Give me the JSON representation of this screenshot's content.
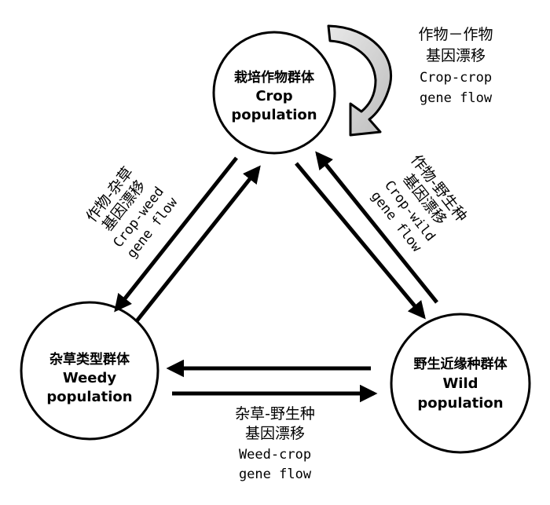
{
  "nodes": {
    "crop": {
      "cn": "栽培作物群体",
      "en1": "Crop",
      "en2": "population"
    },
    "weedy": {
      "cn": "杂草类型群体",
      "en1": "Weedy",
      "en2": "population"
    },
    "wild": {
      "cn": "野生近缘种群体",
      "en1": "Wild",
      "en2": "population"
    }
  },
  "flows": {
    "crop_crop": {
      "cn1": "作物－作物",
      "cn2": "基因漂移",
      "en1": "Crop-crop",
      "en2": "gene flow"
    },
    "crop_weed": {
      "cn1": "作物-杂草",
      "cn2": "基因漂移",
      "en1": "Crop-weed",
      "en2": "gene flow"
    },
    "crop_wild": {
      "cn1": "作物-野生种",
      "cn2": "基因漂移",
      "en1": "Crop-wild",
      "en2": "gene flow"
    },
    "weed_wild": {
      "cn1": "杂草-野生种",
      "cn2": "基因漂移",
      "en1": "Weed-crop",
      "en2": "gene flow"
    }
  }
}
